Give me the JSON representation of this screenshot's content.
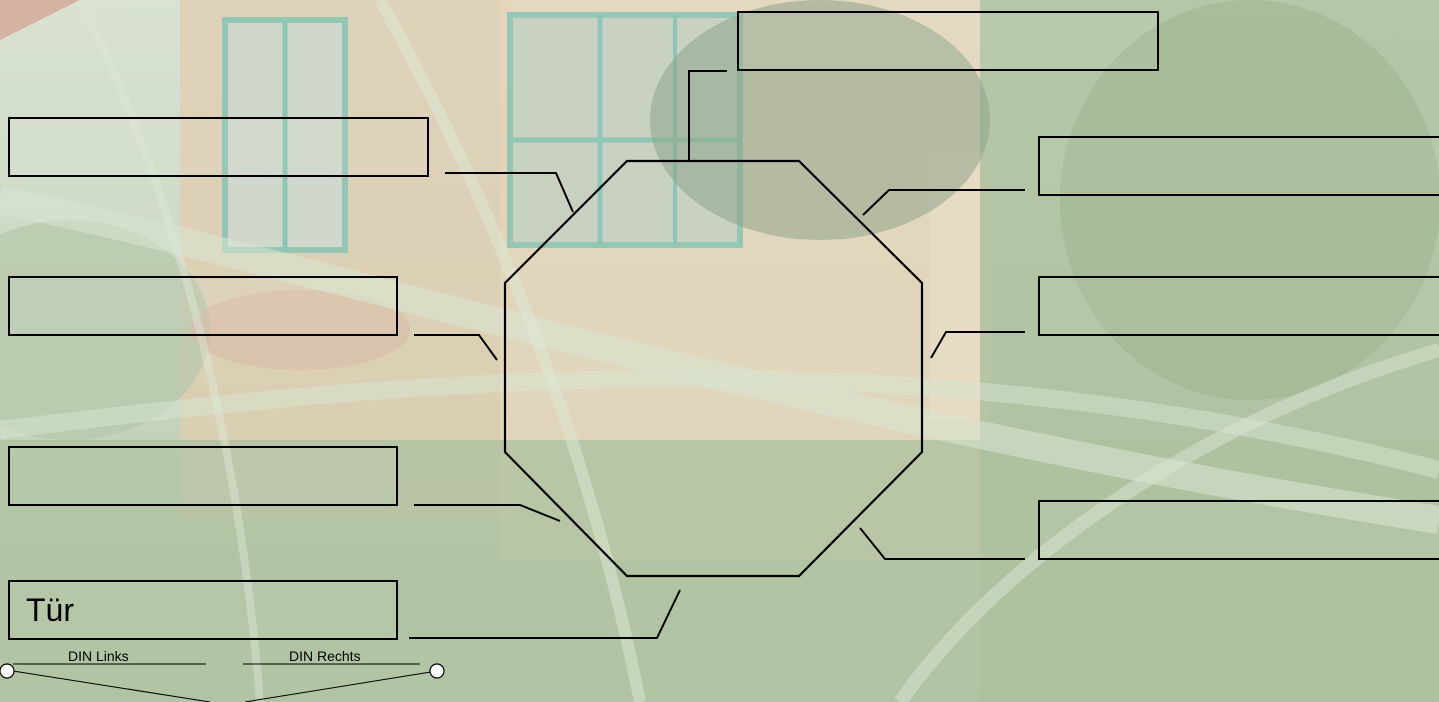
{
  "boxes": {
    "top_center": {
      "text": ""
    },
    "left_1": {
      "text": ""
    },
    "left_2": {
      "text": ""
    },
    "left_3": {
      "text": ""
    },
    "left_4": {
      "text": "Tür"
    },
    "right_1": {
      "text": ""
    },
    "right_2": {
      "text": ""
    },
    "right_3": {
      "text": ""
    }
  },
  "din": {
    "left_label": "DIN Links",
    "right_label": "DIN Rechts"
  },
  "colors": {
    "stroke": "#000000",
    "background_tint": "#c9d5bf"
  }
}
